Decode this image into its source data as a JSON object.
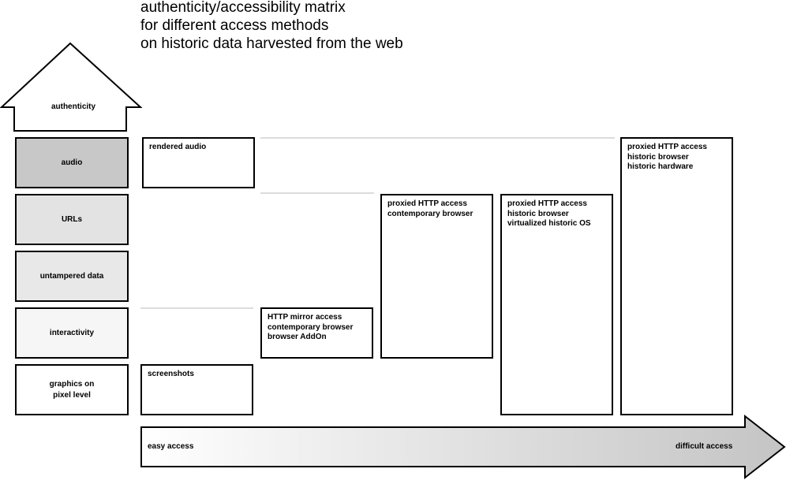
{
  "title": {
    "line1": "authenticity/accessibility matrix",
    "line2": "for different access methods",
    "line3": "on historic data harvested from the web"
  },
  "authenticity_arrow": {
    "label": "authenticity"
  },
  "rows": [
    {
      "label": "audio",
      "fill": "#c8c8c8"
    },
    {
      "label": "URLs",
      "fill": "#e3e3e3"
    },
    {
      "label": "untampered data",
      "fill": "#e8e8e8"
    },
    {
      "label": "interactivity",
      "fill": "#f6f6f6"
    },
    {
      "label_line1": "graphics on",
      "label_line2": "pixel level",
      "fill": "#ffffff"
    }
  ],
  "methods": [
    {
      "lines": [
        "rendered audio"
      ]
    },
    {
      "lines": [
        "screenshots"
      ]
    },
    {
      "lines": [
        "HTTP mirror access",
        "contemporary browser",
        "browser AddOn"
      ]
    },
    {
      "lines": [
        "proxied HTTP access",
        "contemporary browser"
      ]
    },
    {
      "lines": [
        "proxied HTTP access",
        "historic browser",
        "virtualized historic OS"
      ]
    },
    {
      "lines": [
        "proxied HTTP access",
        "historic browser",
        "historic hardware"
      ]
    }
  ],
  "access_arrow": {
    "left_label": "easy access",
    "right_label": "difficult access",
    "gradient_start": "#ffffff",
    "gradient_end": "#c4c4c4"
  }
}
